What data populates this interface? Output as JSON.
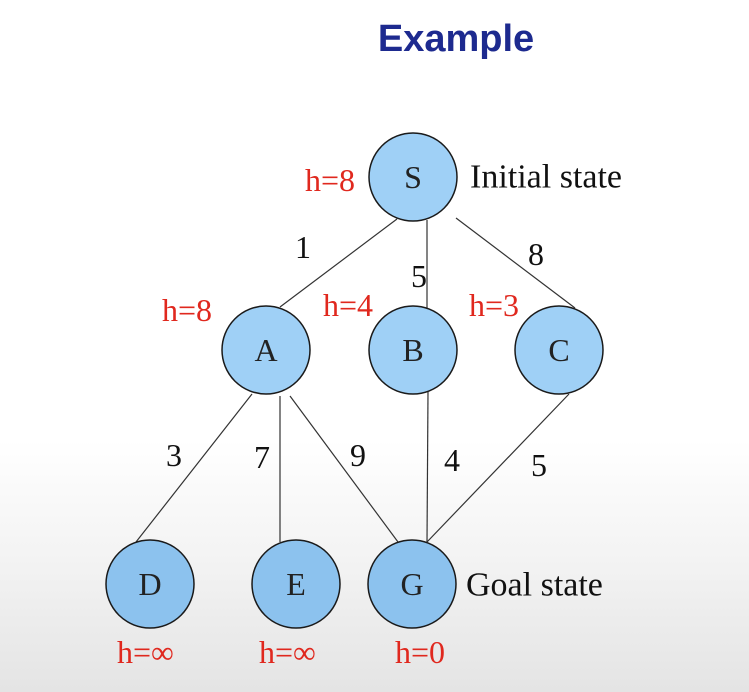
{
  "title": "Example",
  "nodes": [
    {
      "id": "S",
      "label": "S",
      "heuristic": "h=8"
    },
    {
      "id": "A",
      "label": "A",
      "heuristic": "h=8"
    },
    {
      "id": "B",
      "label": "B",
      "heuristic": "h=4"
    },
    {
      "id": "C",
      "label": "C",
      "heuristic": "h=3"
    },
    {
      "id": "D",
      "label": "D",
      "heuristic": "h=∞"
    },
    {
      "id": "E",
      "label": "E",
      "heuristic": "h=∞"
    },
    {
      "id": "G",
      "label": "G",
      "heuristic": "h=0"
    }
  ],
  "edges": [
    {
      "from": "S",
      "to": "A",
      "weight": "1"
    },
    {
      "from": "S",
      "to": "B",
      "weight": "5"
    },
    {
      "from": "S",
      "to": "C",
      "weight": "8"
    },
    {
      "from": "A",
      "to": "D",
      "weight": "3"
    },
    {
      "from": "A",
      "to": "E",
      "weight": "7"
    },
    {
      "from": "A",
      "to": "G",
      "weight": "9"
    },
    {
      "from": "B",
      "to": "G",
      "weight": "4"
    },
    {
      "from": "C",
      "to": "G",
      "weight": "5"
    }
  ],
  "annotations": {
    "initial": "Initial state",
    "goal": "Goal state"
  }
}
